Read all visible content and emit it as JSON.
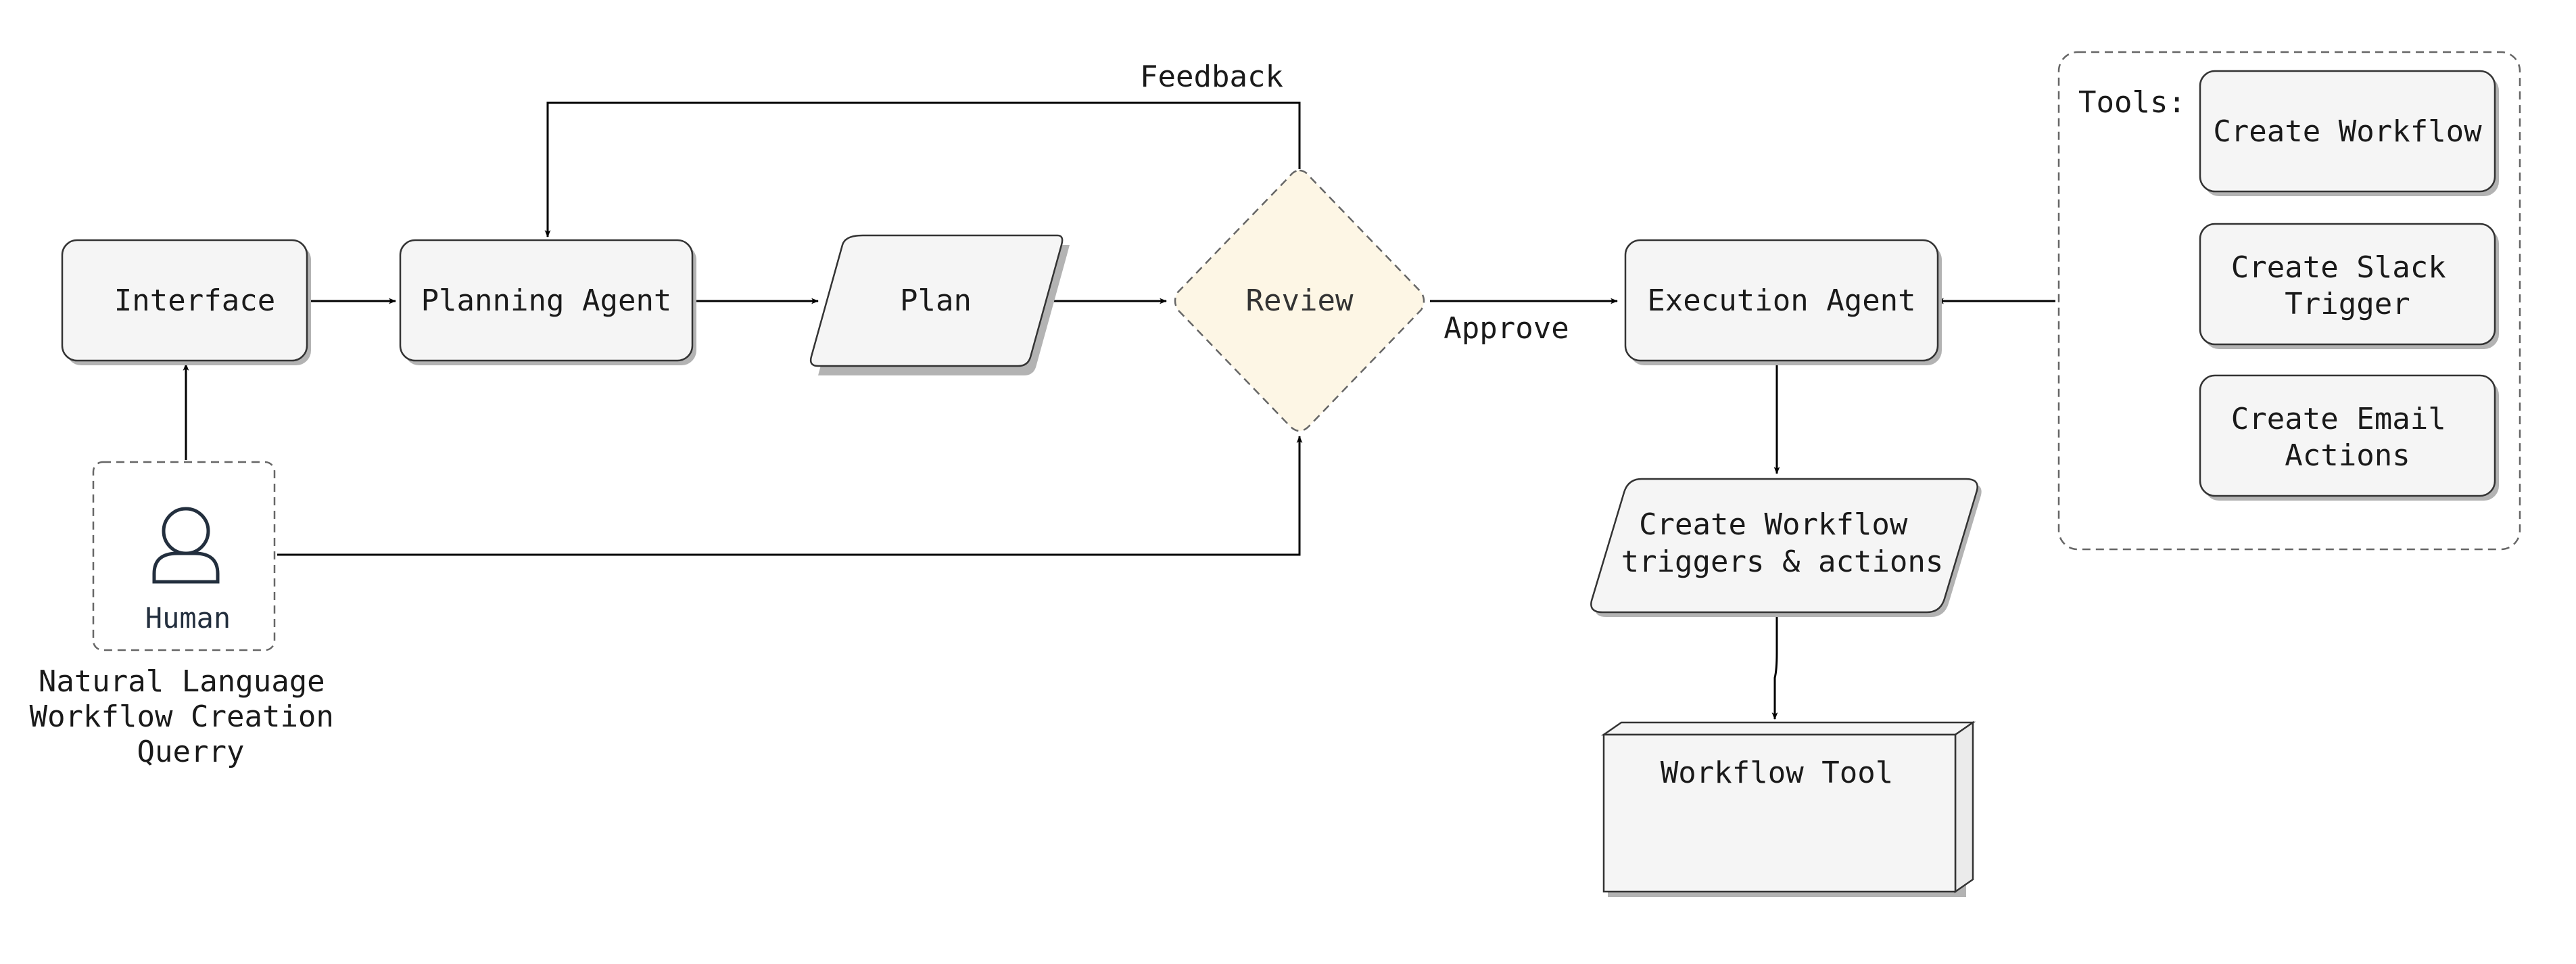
{
  "nodes": {
    "interface": "Interface",
    "planning_agent": "Planning Agent",
    "plan": "Plan",
    "review": "Review",
    "execution_agent": "Execution Agent",
    "create_triggers": [
      "Create Workflow",
      "triggers & actions"
    ],
    "workflow_tool": "Workflow Tool",
    "human": "Human",
    "human_caption": [
      "Natural Language",
      "Workflow Creation",
      "Querry"
    ]
  },
  "tools": {
    "label": "Tools:",
    "create_workflow": "Create Workflow",
    "create_slack_trigger": [
      "Create Slack",
      "Trigger"
    ],
    "create_email_actions": [
      "Create Email",
      "Actions"
    ]
  },
  "edges": {
    "feedback": "Feedback",
    "approve": "Approve"
  },
  "colors": {
    "node_fill": "#f5f5f5",
    "review_fill": "#fdf6e5",
    "human_icon": "#232f3e"
  }
}
